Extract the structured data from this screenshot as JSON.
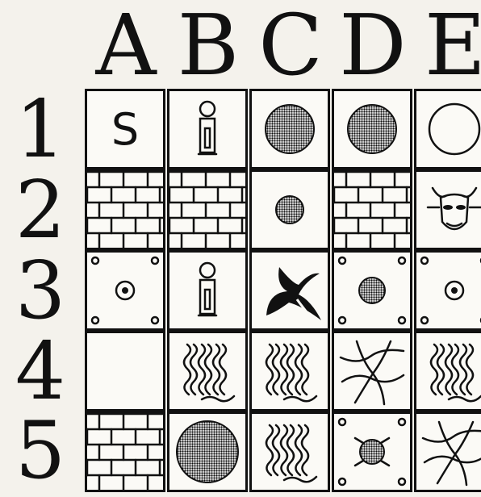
{
  "columns": [
    "A",
    "B",
    "C",
    "D",
    "E"
  ],
  "rows": [
    "1",
    "2",
    "3",
    "4",
    "5"
  ],
  "board": [
    [
      {
        "id": "A1",
        "type": "start",
        "label": "S",
        "icon": "start-tile"
      },
      {
        "id": "B1",
        "type": "player",
        "icon": "player-figure-icon"
      },
      {
        "id": "C1",
        "type": "pit-large",
        "icon": "large-pit-icon"
      },
      {
        "id": "D1",
        "type": "pit-large",
        "icon": "large-pit-icon"
      },
      {
        "id": "E1",
        "type": "empty-circle",
        "icon": "empty-circle-icon"
      }
    ],
    [
      {
        "id": "A2",
        "type": "wall",
        "icon": "brick-wall-icon"
      },
      {
        "id": "B2",
        "type": "wall",
        "icon": "brick-wall-icon"
      },
      {
        "id": "C2",
        "type": "pit-small",
        "icon": "small-pit-icon"
      },
      {
        "id": "D2",
        "type": "wall",
        "icon": "brick-wall-icon"
      },
      {
        "id": "E2",
        "type": "monster",
        "icon": "minotaur-head-icon"
      }
    ],
    [
      {
        "id": "A3",
        "type": "trap-open",
        "icon": "bolted-plate-ring-icon"
      },
      {
        "id": "B3",
        "type": "player",
        "icon": "player-figure-icon"
      },
      {
        "id": "C3",
        "type": "whirlpool",
        "icon": "vortex-icon"
      },
      {
        "id": "D3",
        "type": "trap-pit",
        "icon": "bolted-plate-pit-icon"
      },
      {
        "id": "E3",
        "type": "trap-open",
        "icon": "bolted-plate-ring-icon"
      }
    ],
    [
      {
        "id": "A4",
        "type": "blank",
        "icon": "blank-tile"
      },
      {
        "id": "B4",
        "type": "water",
        "icon": "wavy-water-icon"
      },
      {
        "id": "C4",
        "type": "water",
        "icon": "wavy-water-icon"
      },
      {
        "id": "D4",
        "type": "cracks",
        "icon": "cracked-ground-icon"
      },
      {
        "id": "E4",
        "type": "water",
        "icon": "wavy-water-icon"
      }
    ],
    [
      {
        "id": "A5",
        "type": "wall",
        "icon": "brick-wall-icon"
      },
      {
        "id": "B5",
        "type": "pit-huge",
        "icon": "huge-pit-icon"
      },
      {
        "id": "C5",
        "type": "water",
        "icon": "wavy-water-icon"
      },
      {
        "id": "D5",
        "type": "trap-pit-spikes",
        "icon": "spiked-plate-pit-icon"
      },
      {
        "id": "E5",
        "type": "cracks",
        "icon": "cracked-ground-icon"
      }
    ]
  ],
  "colors": {
    "ink": "#111111",
    "paper": "#fbfaf6",
    "background": "#f4f2ec"
  }
}
